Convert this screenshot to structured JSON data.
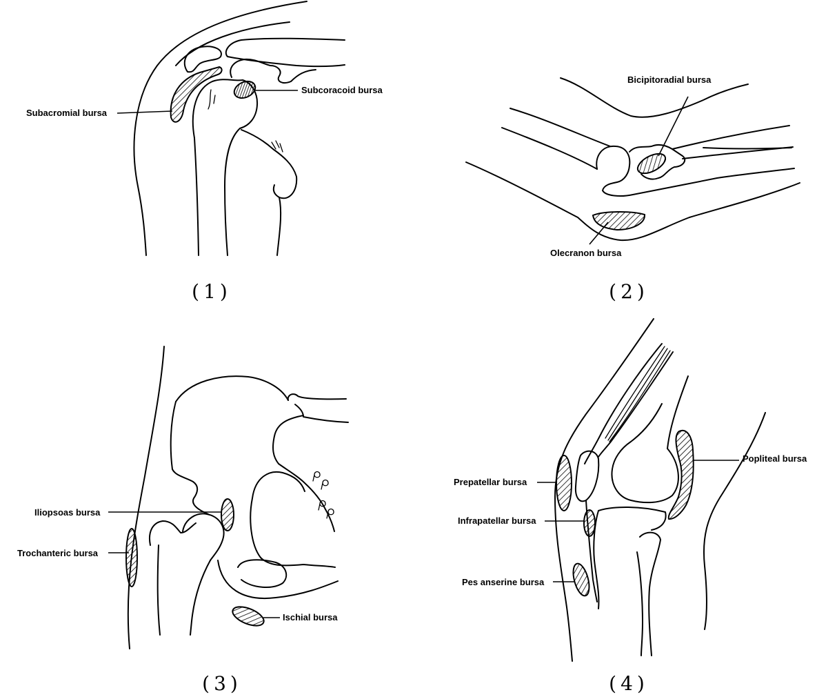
{
  "colors": {
    "line": "#000000",
    "background": "#ffffff"
  },
  "panels": [
    {
      "caption": "(1)",
      "labels": {
        "subacromial": "Subacromial bursa",
        "subcoracoid": "Subcoracoid bursa"
      }
    },
    {
      "caption": "(2)",
      "labels": {
        "bicipitoradial": "Bicipitoradial bursa",
        "olecranon": "Olecranon bursa"
      }
    },
    {
      "caption": "(3)",
      "labels": {
        "iliopsoas": "Iliopsoas bursa",
        "trochanteric": "Trochanteric bursa",
        "ischial": "Ischial bursa"
      }
    },
    {
      "caption": "(4)",
      "labels": {
        "popliteal": "Popliteal bursa",
        "prepatellar": "Prepatellar bursa",
        "infrapatellar": "Infrapatellar bursa",
        "pes_anserine": "Pes anserine bursa"
      }
    }
  ]
}
